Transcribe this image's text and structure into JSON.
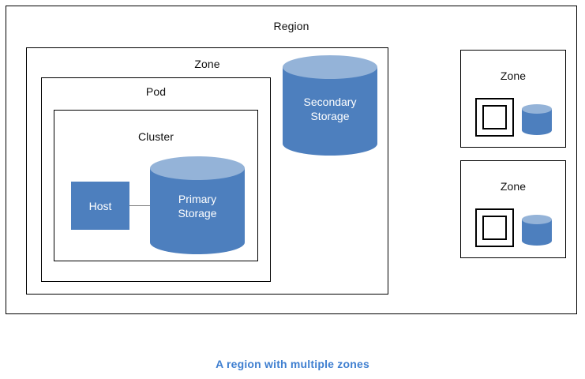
{
  "diagram": {
    "caption": "A region with multiple zones",
    "colors": {
      "node_fill": "#4D7FBE",
      "cylinder_body": "#4D7FBE",
      "cylinder_top": "#94B3D8",
      "border": "#000000",
      "caption": "#3F7FD0",
      "connector": "#7F7F7F",
      "node_text": "#FFFFFF",
      "label_text": "#111111"
    },
    "region": {
      "label": "Region",
      "zone": {
        "label": "Zone",
        "pod": {
          "label": "Pod",
          "cluster": {
            "label": "Cluster",
            "host": {
              "label": "Host"
            },
            "primary_storage": {
              "line1": "Primary",
              "line2": "Storage"
            }
          }
        },
        "secondary_storage": {
          "line1": "Secondary",
          "line2": "Storage"
        }
      },
      "additional_zones": [
        {
          "label": "Zone"
        },
        {
          "label": "Zone"
        }
      ]
    }
  }
}
